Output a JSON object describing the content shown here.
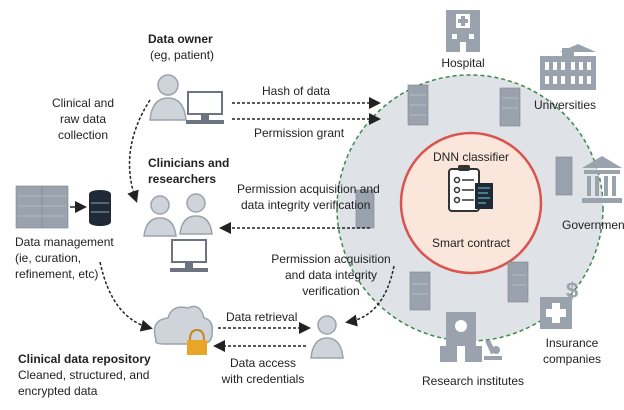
{
  "data_owner": {
    "title": "Data owner",
    "subtitle": "(eg, patient)"
  },
  "clinical_raw": {
    "line1": "Clinical and",
    "line2": "raw data",
    "line3": "collection"
  },
  "hash_of_data": "Hash of data",
  "permission_grant": "Permission grant",
  "clinicians": {
    "line1": "Clinicians and",
    "line2": "researchers"
  },
  "perm_acq_1": {
    "line1": "Permission acquisition and",
    "line2": "data integrity verification"
  },
  "data_management": {
    "line1": "Data management",
    "line2": "(ie, curation,",
    "line3": "refinement, etc)"
  },
  "perm_acq_2": {
    "line1": "Permission acquisition",
    "line2": "and data integrity",
    "line3": "verification"
  },
  "data_retrieval": "Data retrieval",
  "data_access": {
    "line1": "Data access",
    "line2": "with credentials"
  },
  "repository": {
    "title": "Clinical data repository",
    "line1": "Cleaned, structured, and",
    "line2": "encrypted data"
  },
  "dnn_classifier": "DNN classifier",
  "smart_contract": "Smart contract",
  "hospital": "Hospital",
  "universities": "Universities",
  "government": "Governmen",
  "insurance": {
    "line1": "Insurance",
    "line2": "companies"
  },
  "research": "Research institutes",
  "colors": {
    "accent_red": "#d9534f",
    "ring_green": "#3a8a4a",
    "icon_gray": "#9aa3ad"
  }
}
